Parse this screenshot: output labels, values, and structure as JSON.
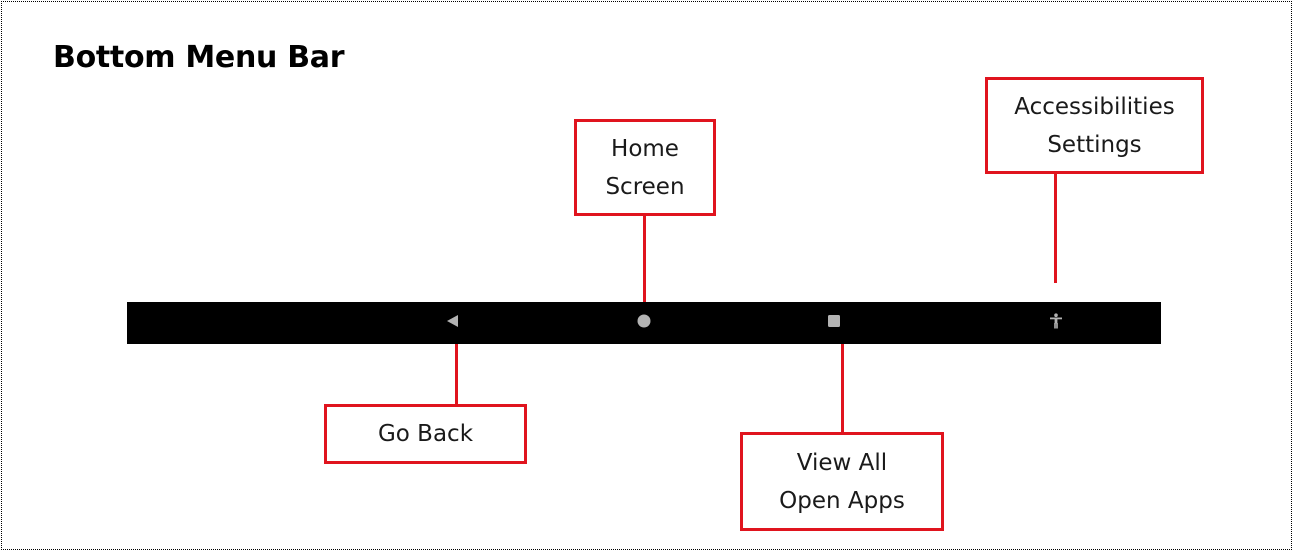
{
  "diagram": {
    "title": "Bottom Menu Bar",
    "navigation_bar": {
      "background": "#000000",
      "icon_color": "#b3b3b3",
      "buttons": [
        {
          "icon": "back-triangle-icon",
          "label": "Go Back"
        },
        {
          "icon": "home-circle-icon",
          "label": "Home Screen"
        },
        {
          "icon": "recents-square-icon",
          "label": "View All Open Apps"
        },
        {
          "icon": "accessibility-person-icon",
          "label": "Accessibilities Settings"
        }
      ]
    },
    "callouts": {
      "home": "Home\nScreen",
      "accessibility": "Accessibilities\nSettings",
      "back": "Go Back",
      "recents": "View All\nOpen Apps"
    },
    "callout_border_color": "#e0141e"
  }
}
